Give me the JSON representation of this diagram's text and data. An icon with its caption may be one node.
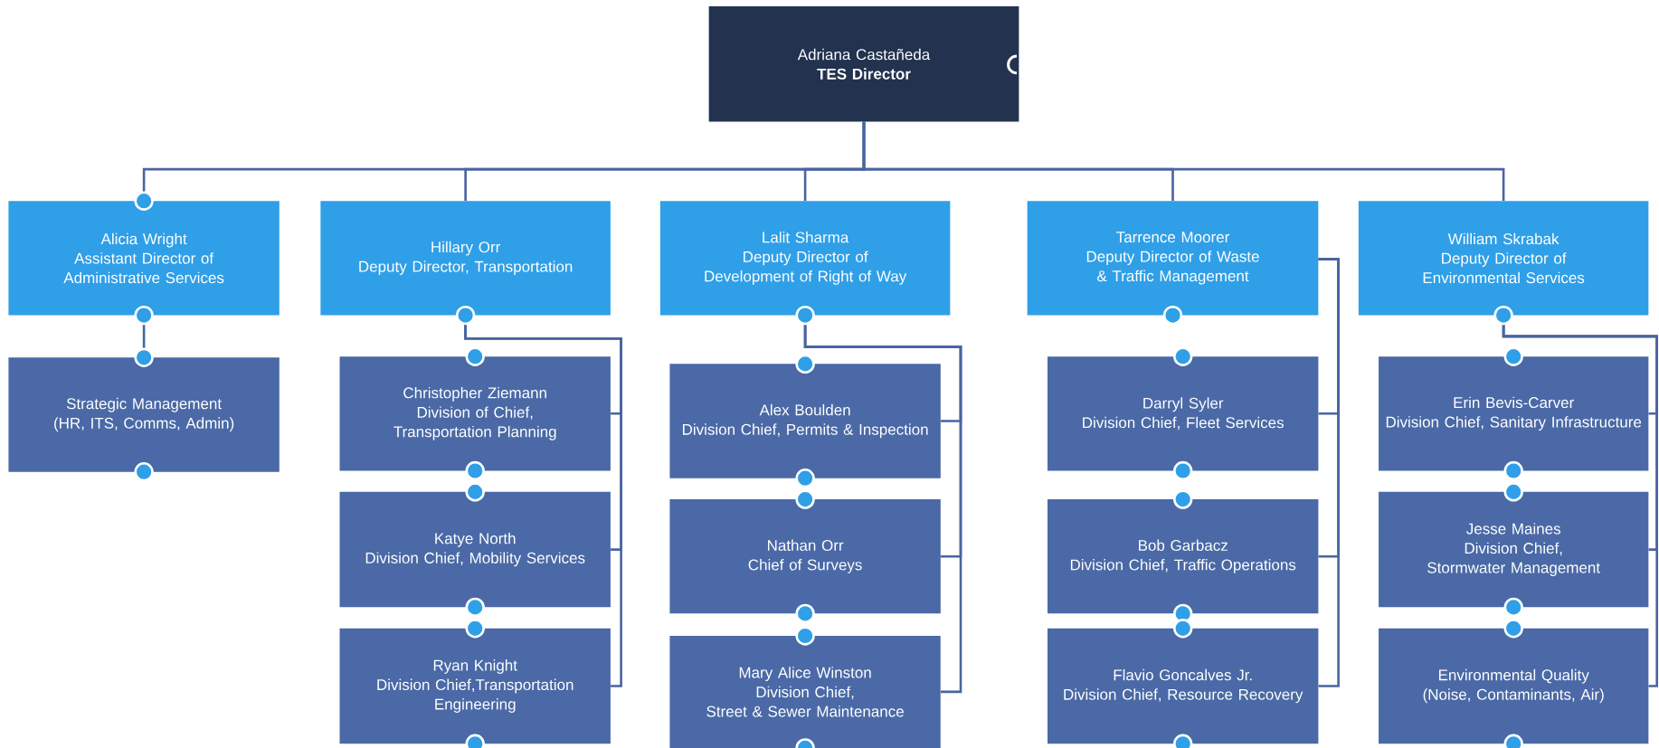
{
  "diagram": {
    "nodes": [
      {
        "text": [
          "Adriana Castañeda",
          "TES Director"
        ]
      },
      {
        "text": [
          "Alicia Wright",
          "Assistant Director of Administrative Services"
        ]
      },
      {
        "text": [
          "Hillary Orr",
          "Deputy Director, Transportation"
        ]
      },
      {
        "text": [
          "Lalit Sharma",
          "Deputy Director of Development of Right of Way"
        ]
      },
      {
        "text": [
          "Tarrence Moorer",
          "Deputy Director of Waste & Traffic Management"
        ]
      },
      {
        "text": [
          "William Skrabak",
          "Deputy Director of Environmental Services"
        ]
      },
      {
        "text": [
          "Strategic Management (HR, ITS, Comms, Admin)"
        ]
      },
      {
        "text": [
          "Christopher Ziemann",
          "Division of Chief, Transportation Planning"
        ]
      },
      {
        "text": [
          "Katye North",
          "Division Chief, Mobility Services"
        ]
      },
      {
        "text": [
          "Ryan Knight",
          "Division Chief,Transportation Engineering"
        ]
      },
      {
        "text": [
          "Alex Boulden",
          "Division Chief, Permits & Inspection"
        ]
      },
      {
        "text": [
          "Nathan Orr",
          "Chief of Surveys"
        ]
      },
      {
        "text": [
          "Mary Alice Winston",
          "Division Chief,",
          "Street & Sewer Maintenance"
        ]
      },
      {
        "text": [
          "Darryl Syler",
          "Division Chief, Fleet Services"
        ]
      },
      {
        "text": [
          "Bob Garbacz",
          "Division Chief, Traffic Operations"
        ]
      },
      {
        "text": [
          "Flavio Goncalves Jr.",
          "Division Chief, Resource Recovery"
        ]
      },
      {
        "text": [
          "Erin Bevis-Carver",
          "Division Chief, Sanitary Infrastructure"
        ]
      },
      {
        "text": [
          "Jesse Maines",
          "Division Chief, Stormwater Management"
        ]
      },
      {
        "text": [
          "Environmental Quality (Noise, Contaminants, Air)"
        ]
      }
    ],
    "edges": [
      {
        "from": 0,
        "to": 1,
        "arrow": "none"
      },
      {
        "from": 0,
        "to": 2,
        "arrow": "none"
      },
      {
        "from": 0,
        "to": 3,
        "arrow": "none"
      },
      {
        "from": 0,
        "to": 4,
        "arrow": "none"
      },
      {
        "from": 0,
        "to": 5,
        "arrow": "none"
      },
      {
        "from": 1,
        "to": 6,
        "arrow": "none"
      },
      {
        "from": 2,
        "to": 7,
        "arrow": "none"
      },
      {
        "from": 2,
        "to": 8,
        "arrow": "none"
      },
      {
        "from": 2,
        "to": 9,
        "arrow": "none"
      },
      {
        "from": 3,
        "to": 10,
        "arrow": "none"
      },
      {
        "from": 3,
        "to": 11,
        "arrow": "none"
      },
      {
        "from": 3,
        "to": 12,
        "arrow": "none"
      },
      {
        "from": 4,
        "to": 13,
        "arrow": "none"
      },
      {
        "from": 4,
        "to": 14,
        "arrow": "none"
      },
      {
        "from": 4,
        "to": 15,
        "arrow": "none"
      },
      {
        "from": 5,
        "to": 16,
        "arrow": "none"
      },
      {
        "from": 5,
        "to": 17,
        "arrow": "none"
      },
      {
        "from": 5,
        "to": 18,
        "arrow": "none"
      }
    ]
  }
}
